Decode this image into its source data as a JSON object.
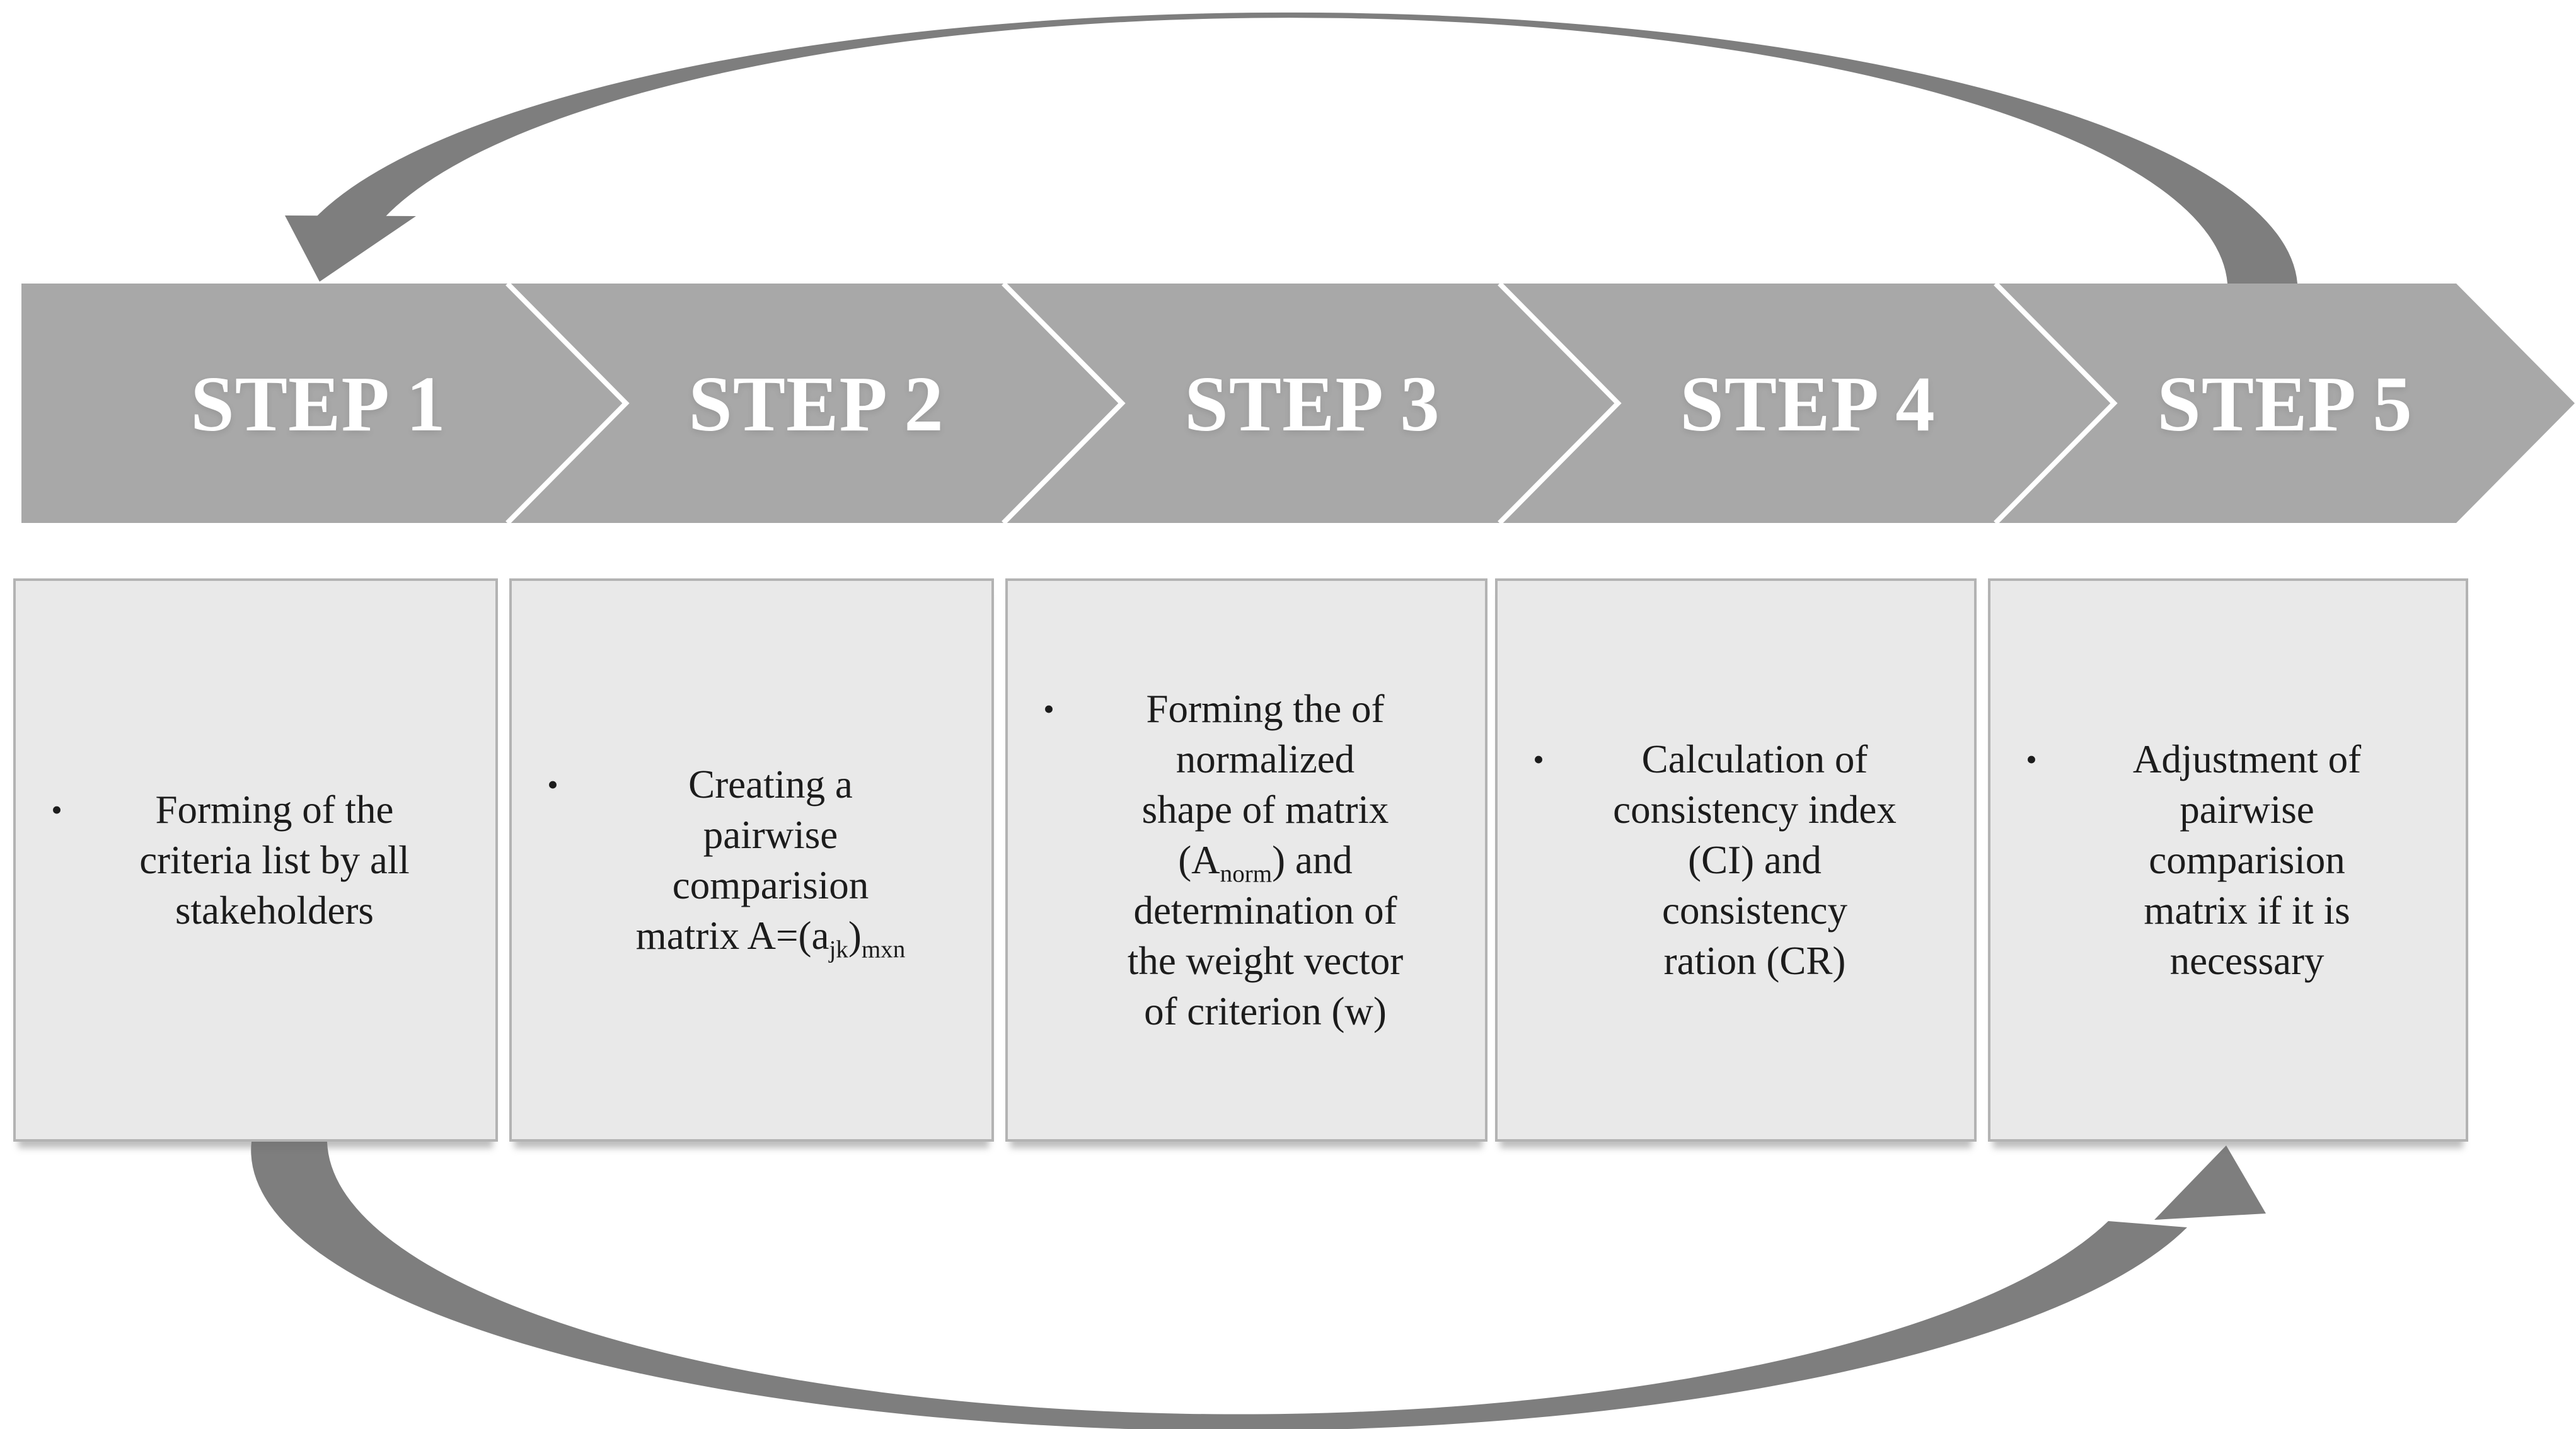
{
  "page": {
    "background": "#ffffff"
  },
  "banner": {
    "fill": "#a8a8a8",
    "separator_color": "#ffffff",
    "text_color": "#ffffff",
    "steps": [
      {
        "label": "STEP 1"
      },
      {
        "label": "STEP 2"
      },
      {
        "label": "STEP 3"
      },
      {
        "label": "STEP 4"
      },
      {
        "label": "STEP 5"
      }
    ]
  },
  "loop_arrows": {
    "top": {
      "color": "#7e7e7e"
    },
    "bottom": {
      "color": "#7e7e7e"
    }
  },
  "box_style": {
    "background": "#e9e9e9",
    "border": "#b3b3b3",
    "text_color": "#1c1c1c"
  },
  "boxes": [
    {
      "bullet": "•",
      "lines": [
        [
          {
            "t": "Forming of the"
          }
        ],
        [
          {
            "t": "criteria list by all"
          }
        ],
        [
          {
            "t": "stakeholders"
          }
        ]
      ]
    },
    {
      "bullet": "•",
      "lines": [
        [
          {
            "t": "Creating a"
          }
        ],
        [
          {
            "t": "pairwise"
          }
        ],
        [
          {
            "t": "comparision"
          }
        ],
        [
          {
            "t": "matrix A=(a"
          },
          {
            "t": "jk",
            "sub": true
          },
          {
            "t": ")"
          },
          {
            "t": "mxn",
            "sub": true
          }
        ]
      ]
    },
    {
      "bullet": "•",
      "lines": [
        [
          {
            "t": "Forming the of"
          }
        ],
        [
          {
            "t": "normalized"
          }
        ],
        [
          {
            "t": "shape of matrix"
          }
        ],
        [
          {
            "t": "(A"
          },
          {
            "t": "norm",
            "sub": true
          },
          {
            "t": ") and"
          }
        ],
        [
          {
            "t": "determination of"
          }
        ],
        [
          {
            "t": "the weight vector"
          }
        ],
        [
          {
            "t": "of criterion (w)"
          }
        ]
      ]
    },
    {
      "bullet": "•",
      "lines": [
        [
          {
            "t": "Calculation of"
          }
        ],
        [
          {
            "t": "consistency index"
          }
        ],
        [
          {
            "t": "(CI) and"
          }
        ],
        [
          {
            "t": "consistency"
          }
        ],
        [
          {
            "t": "ration (CR)"
          }
        ]
      ]
    },
    {
      "bullet": "•",
      "lines": [
        [
          {
            "t": "Adjustment of"
          }
        ],
        [
          {
            "t": "pairwise"
          }
        ],
        [
          {
            "t": "comparision"
          }
        ],
        [
          {
            "t": "matrix if it is"
          }
        ],
        [
          {
            "t": "necessary"
          }
        ]
      ]
    }
  ]
}
